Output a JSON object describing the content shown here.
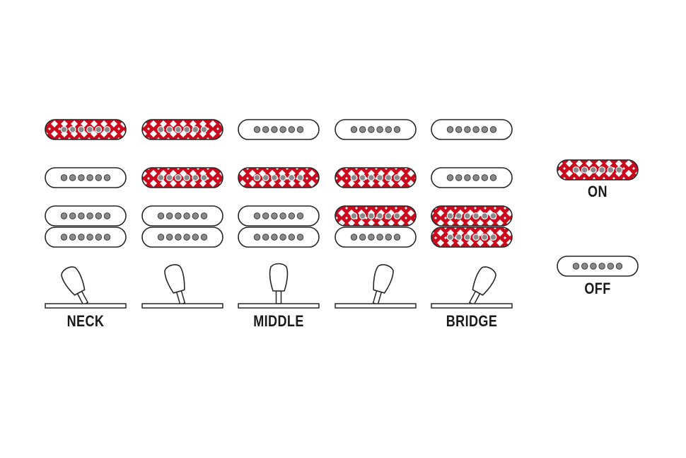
{
  "colors": {
    "on": "#cc0a1e",
    "outline": "#262626",
    "pole": "#8a8a8a",
    "background": "#ffffff"
  },
  "positions": [
    {
      "label": "NECK",
      "lever": "neck",
      "neck_on": true,
      "middle_on": false,
      "bridge_upper_on": false,
      "bridge_lower_on": false
    },
    {
      "label": "",
      "lever": "neck-middle",
      "neck_on": true,
      "middle_on": true,
      "bridge_upper_on": false,
      "bridge_lower_on": false
    },
    {
      "label": "MIDDLE",
      "lever": "middle",
      "neck_on": false,
      "middle_on": true,
      "bridge_upper_on": false,
      "bridge_lower_on": false
    },
    {
      "label": "",
      "lever": "middle-bridge",
      "neck_on": false,
      "middle_on": true,
      "bridge_upper_on": true,
      "bridge_lower_on": false
    },
    {
      "label": "BRIDGE",
      "lever": "bridge",
      "neck_on": false,
      "middle_on": false,
      "bridge_upper_on": true,
      "bridge_lower_on": true
    }
  ],
  "legend": {
    "on_label": "ON",
    "off_label": "OFF"
  }
}
